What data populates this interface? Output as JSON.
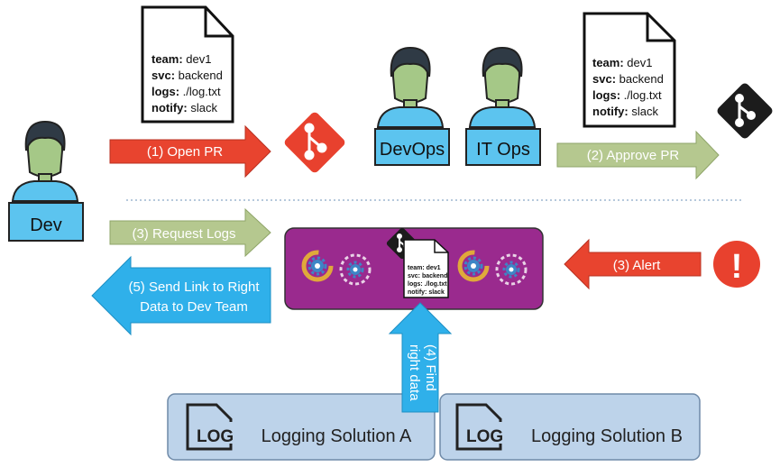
{
  "doc_top": {
    "line1_key": "team:",
    "line1_val": " dev1",
    "line2_key": "svc:",
    "line2_val": " backend",
    "line3_key": "logs:",
    "line3_val": " ./log.txt",
    "line4_key": "notify:",
    "line4_val": " slack"
  },
  "doc_right": {
    "line1_key": "team:",
    "line1_val": " dev1",
    "line2_key": "svc:",
    "line2_val": " backend",
    "line3_key": "logs:",
    "line3_val": " ./log.txt",
    "line4_key": "notify:",
    "line4_val": " slack"
  },
  "doc_center": {
    "line1": "team: dev1",
    "line2": "svc: backend",
    "line3": "logs: ./log.txt",
    "line4": "notify: slack"
  },
  "personas": {
    "dev": "Dev",
    "devops": "DevOps",
    "itops": "IT Ops"
  },
  "arrows": {
    "open_pr": "(1) Open PR",
    "approve_pr": "(2) Approve PR",
    "request_logs": "(3) Request Logs",
    "alert": "(3) Alert",
    "find_line1": "(4) Find",
    "find_line2": "right data",
    "send_line1": "(5) Send Link to Right",
    "send_line2": "Data to Dev Team"
  },
  "logging": {
    "a_label": "Logging Solution A",
    "b_label": "Logging Solution B",
    "icon_text": "LOG"
  },
  "alert_glyph": "!",
  "colors": {
    "red_arrow": "#e8442f",
    "green_arrow": "#b5c88f",
    "blue_arrow": "#2fb0ea",
    "purple_box": "#9a2a8e",
    "persona_box": "#5cc4ef",
    "logging_box": "#bdd3ea",
    "skin": "#a5c887",
    "hair": "#2f3a45",
    "alert_red": "#e8412e",
    "git_red": "#e8412e",
    "git_dark": "#1c1c1c",
    "gear_blue": "#3d86c6",
    "ring_gold": "#e0a93a"
  }
}
